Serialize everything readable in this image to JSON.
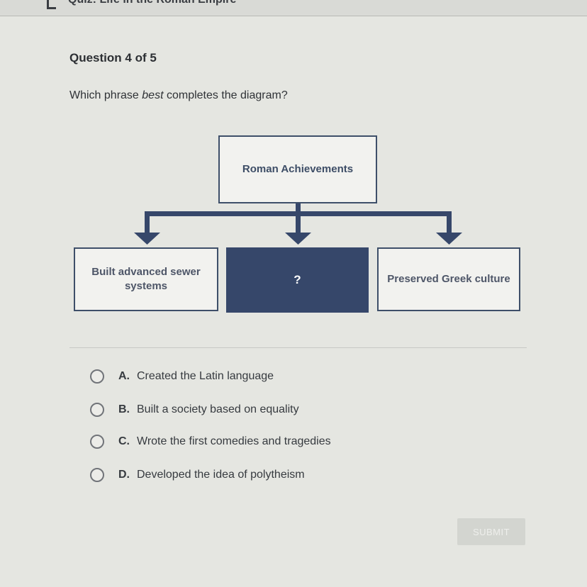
{
  "header": {
    "title": "Quiz: Life in the Roman Empire"
  },
  "question": {
    "count": "Question 4 of 5",
    "prompt_before": "Which phrase ",
    "prompt_emphasis": "best",
    "prompt_after": " completes the diagram?"
  },
  "diagram": {
    "root": "Roman Achievements",
    "children": [
      {
        "label": "Built advanced sewer systems"
      },
      {
        "label": "?"
      },
      {
        "label": "Preserved Greek culture"
      }
    ]
  },
  "options": [
    {
      "letter": "A.",
      "text": "Created the Latin language"
    },
    {
      "letter": "B.",
      "text": "Built a society based on equality"
    },
    {
      "letter": "C.",
      "text": "Wrote the first comedies and tragedies"
    },
    {
      "letter": "D.",
      "text": "Developed the idea of polytheism"
    }
  ],
  "submit_label": "SUBMIT",
  "colors": {
    "background": "#e5e6e1",
    "diagram_dark": "#36476a",
    "diagram_border": "#3e4f69"
  }
}
